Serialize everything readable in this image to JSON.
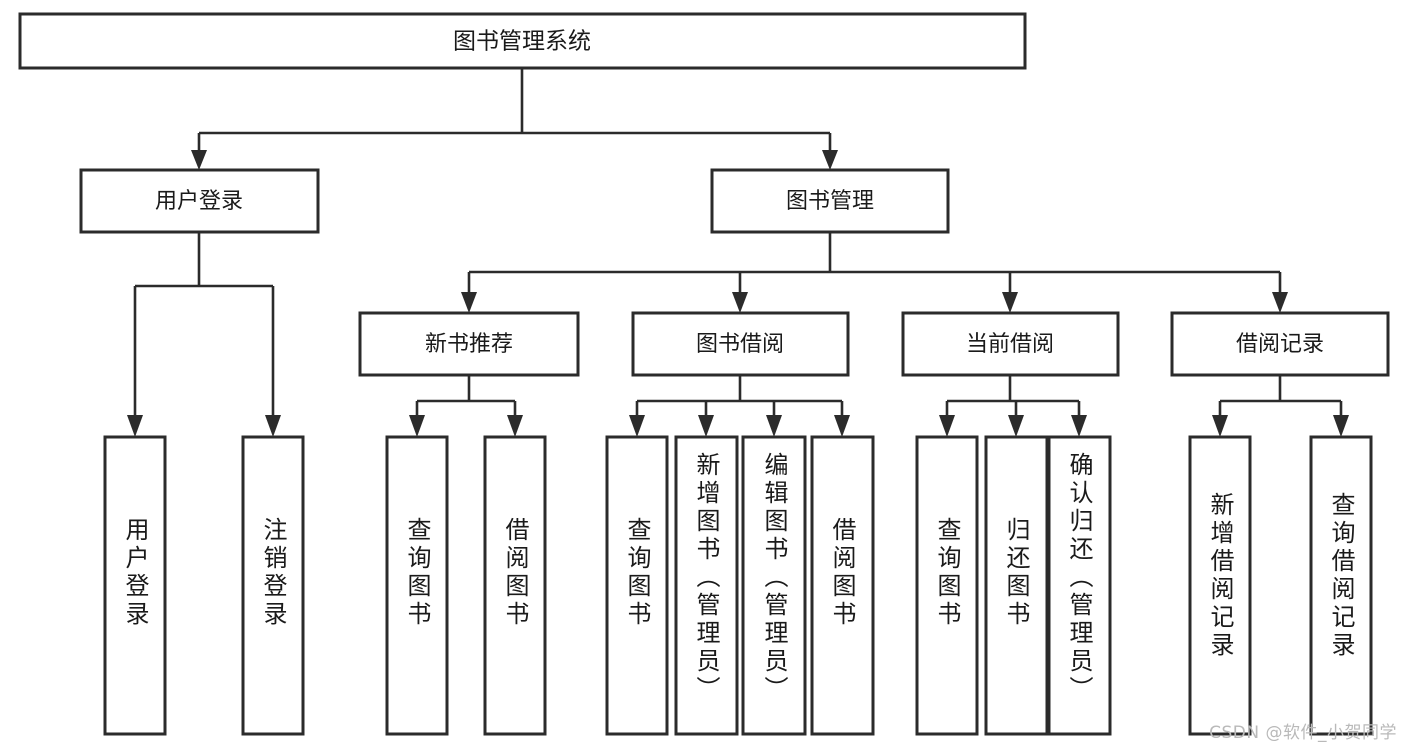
{
  "diagram": {
    "type": "tree-hierarchy-chart",
    "title": "图书管理系统",
    "watermark": "CSDN @软件_小贺同学",
    "colors": {
      "stroke": "#2b2b2b",
      "fill": "#ffffff",
      "text": "#1a1a1a",
      "watermark": "#b9b9b9"
    },
    "root": {
      "label": "图书管理系统"
    },
    "level1": [
      {
        "label": "用户登录"
      },
      {
        "label": "图书管理"
      }
    ],
    "level2": [
      {
        "label": "新书推荐"
      },
      {
        "label": "图书借阅"
      },
      {
        "label": "当前借阅"
      },
      {
        "label": "借阅记录"
      }
    ],
    "leaves": {
      "user_login": [
        {
          "label": "用户登录"
        },
        {
          "label": "注销登录"
        }
      ],
      "new_book_recommend": [
        {
          "label": "查询图书"
        },
        {
          "label": "借阅图书"
        }
      ],
      "book_borrow": [
        {
          "label": "查询图书"
        },
        {
          "label": "新增图书（管理员）"
        },
        {
          "label": "编辑图书（管理员）"
        },
        {
          "label": "借阅图书"
        }
      ],
      "current_borrow": [
        {
          "label": "查询图书"
        },
        {
          "label": "归还图书"
        },
        {
          "label": "确认归还（管理员）"
        }
      ],
      "borrow_record": [
        {
          "label": "新增借阅记录"
        },
        {
          "label": "查询借阅记录"
        }
      ]
    }
  }
}
